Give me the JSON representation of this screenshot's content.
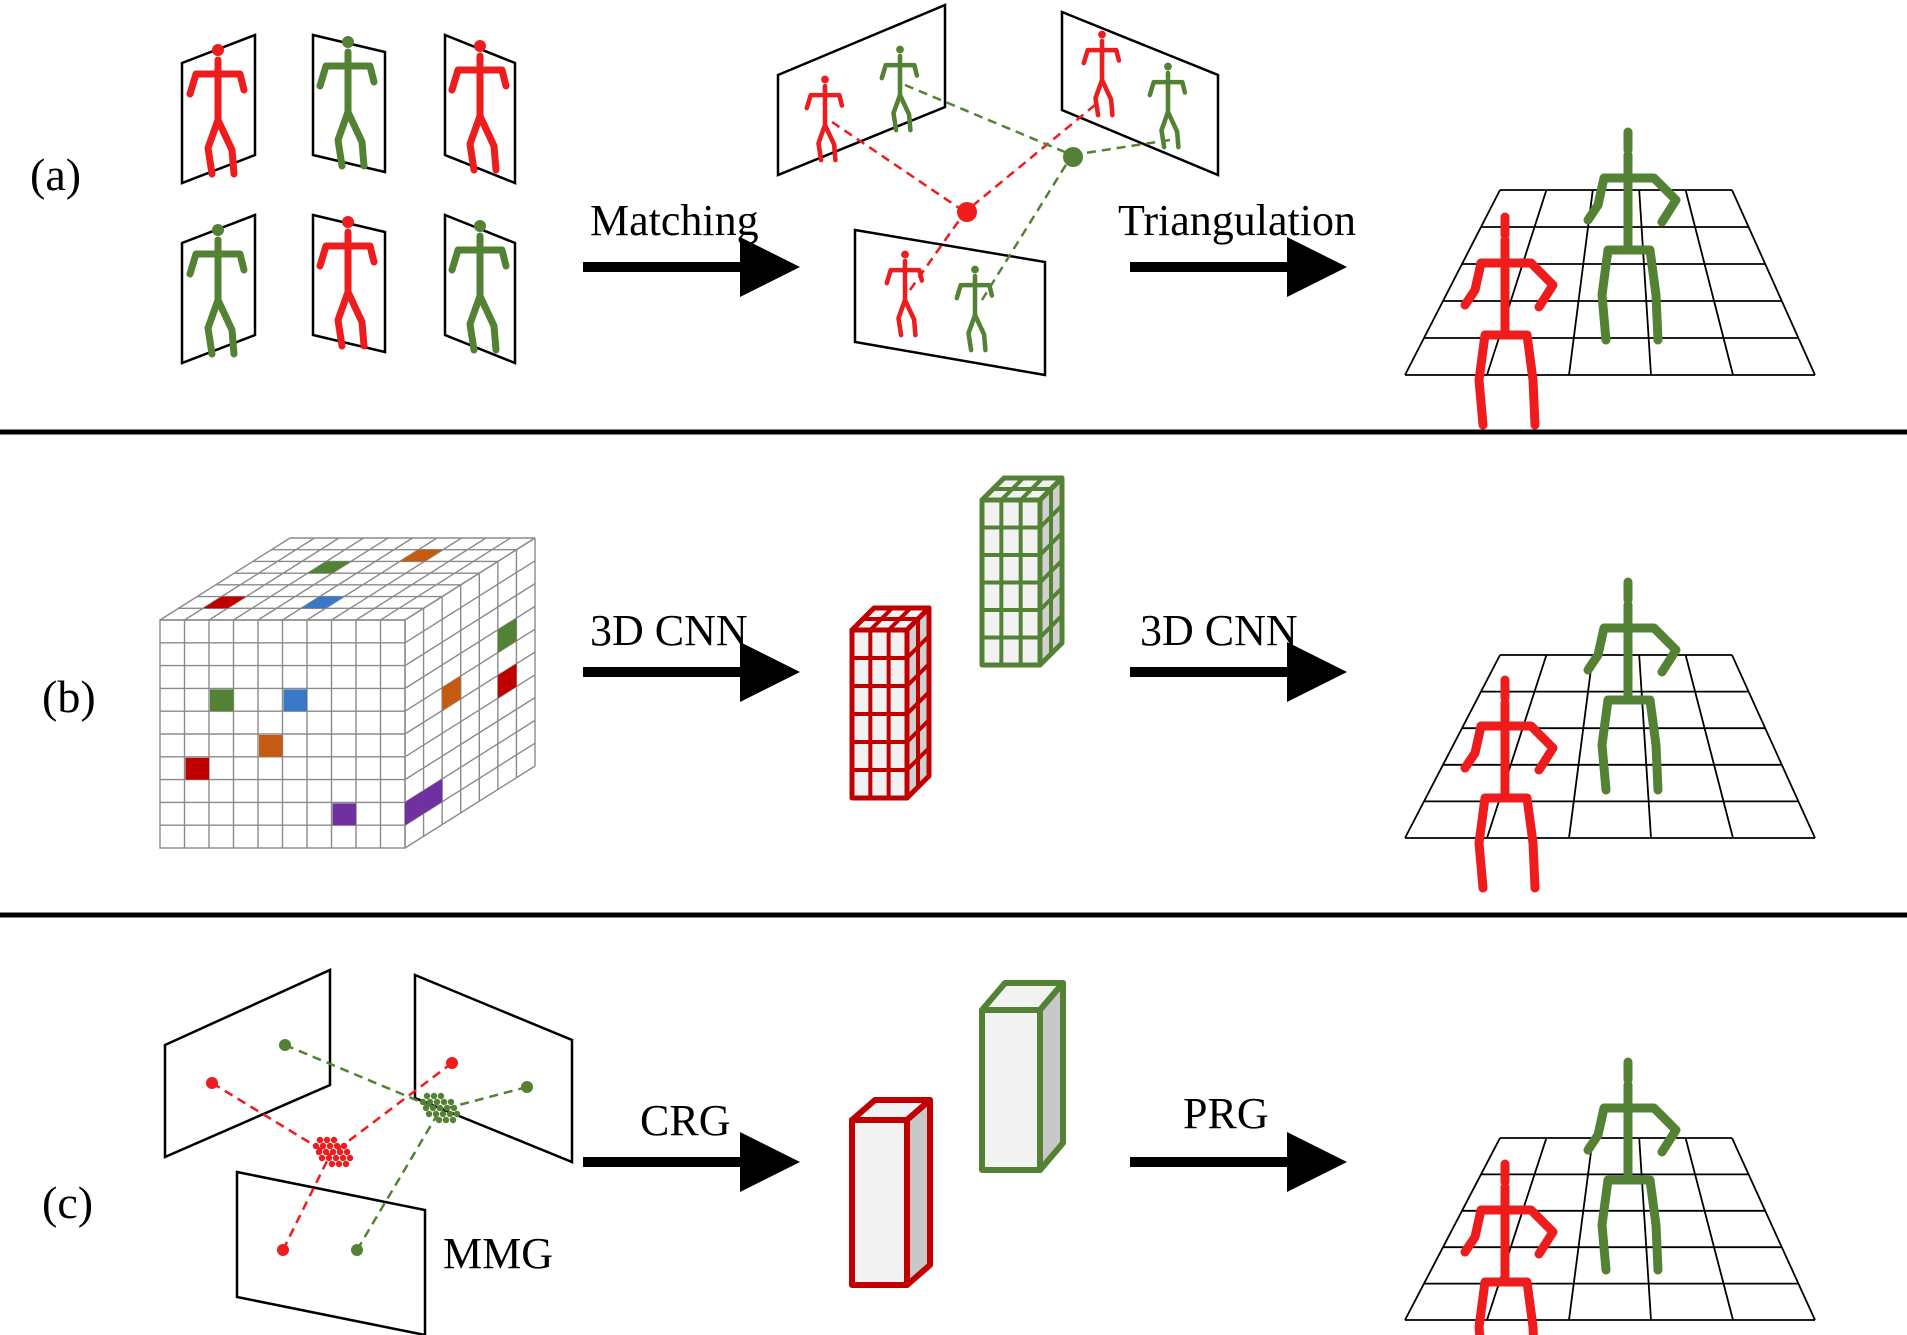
{
  "panels": [
    {
      "id": "a",
      "label": "(a)",
      "step1": "Matching",
      "step2": "Triangulation"
    },
    {
      "id": "b",
      "label": "(b)",
      "step1": "3D CNN",
      "step2": "3D CNN"
    },
    {
      "id": "c",
      "label": "(c)",
      "step1": "CRG",
      "step2": "PRG",
      "module": "MMG"
    }
  ],
  "colors": {
    "red": "#ee1c1c",
    "green": "#548235",
    "dark_red": "#c00000",
    "blue": "#3a78c8",
    "orange": "#c55a11",
    "purple": "#7030a0",
    "black": "#000000"
  }
}
